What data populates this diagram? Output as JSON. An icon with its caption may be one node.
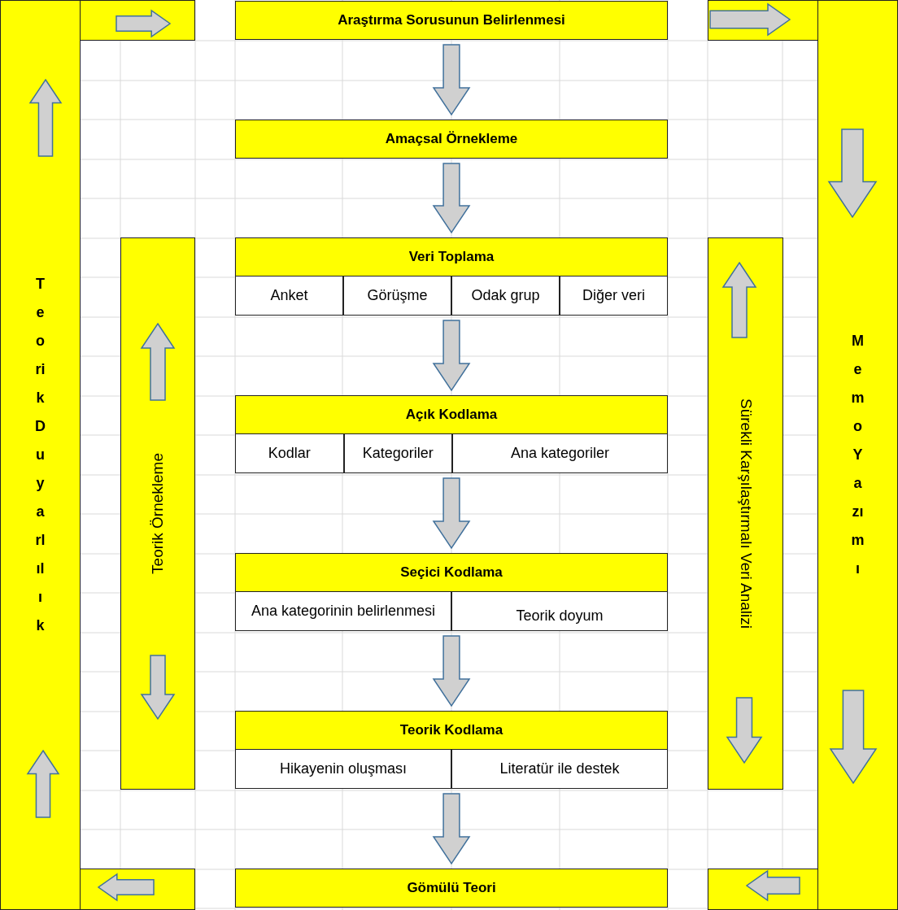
{
  "diagram": {
    "nodes": [
      {
        "text": [
          "Araştırma Sorusunun Belirlenmesi"
        ]
      },
      {
        "text": [
          "Amaçsal Örnekleme"
        ]
      },
      {
        "text": [
          "Veri Toplama",
          "Anket",
          "Görüşme",
          "Odak grup",
          "Diğer veri"
        ]
      },
      {
        "text": [
          "Açık Kodlama",
          "Kodlar",
          "Kategoriler",
          "Ana kategoriler"
        ]
      },
      {
        "text": [
          "Seçici Kodlama",
          "Ana kategorinin belirlenmesi",
          "Teorik doyum"
        ]
      },
      {
        "text": [
          "Teorik Kodlama",
          "Hikayenin oluşması",
          "Literatür ile destek"
        ]
      },
      {
        "text": [
          "Gömülü Teori"
        ]
      },
      {
        "text": [
          "Teorik Duyarlılık"
        ]
      },
      {
        "text": [
          "Teorik Örnekleme"
        ]
      },
      {
        "text": [
          "Sürekli Karşılaştırmalı Veri Analizi"
        ]
      },
      {
        "text": [
          "Memo Yazımı"
        ]
      }
    ],
    "edges": [
      {
        "from": 0,
        "to": 1,
        "arrow": "to"
      },
      {
        "from": 1,
        "to": 2,
        "arrow": "to"
      },
      {
        "from": 2,
        "to": 3,
        "arrow": "to"
      },
      {
        "from": 3,
        "to": 4,
        "arrow": "to"
      },
      {
        "from": 4,
        "to": 5,
        "arrow": "to"
      },
      {
        "from": 5,
        "to": 6,
        "arrow": "to"
      }
    ]
  }
}
